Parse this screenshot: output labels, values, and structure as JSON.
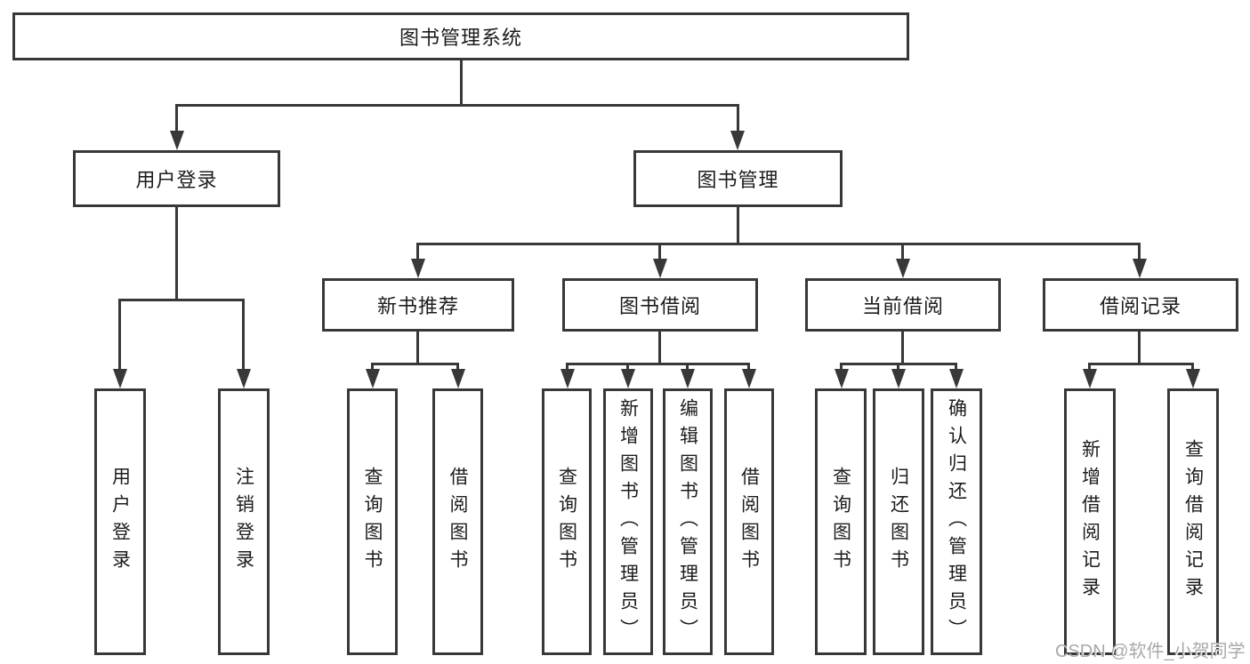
{
  "tree": {
    "root": "图书管理系统",
    "branches": [
      {
        "label": "用户登录",
        "children": [
          "用户登录",
          "注销登录"
        ]
      },
      {
        "label": "图书管理",
        "sections": [
          {
            "label": "新书推荐",
            "children": [
              "查询图书",
              "借阅图书"
            ]
          },
          {
            "label": "图书借阅",
            "children": [
              "查询图书",
              "新增图书（管理员）",
              "编辑图书（管理员）",
              "借阅图书"
            ]
          },
          {
            "label": "当前借阅",
            "children": [
              "查询图书",
              "归还图书",
              "确认归还（管理员）"
            ]
          },
          {
            "label": "借阅记录",
            "children": [
              "新增借阅记录",
              "查询借阅记录"
            ]
          }
        ]
      }
    ]
  },
  "watermark": "CSDN @软件_小贺同学",
  "colors": {
    "line": "#383838",
    "box_border": "#383838",
    "text": "#1c1c1c",
    "watermark": "#a9a9a9",
    "background": "#ffffff"
  }
}
